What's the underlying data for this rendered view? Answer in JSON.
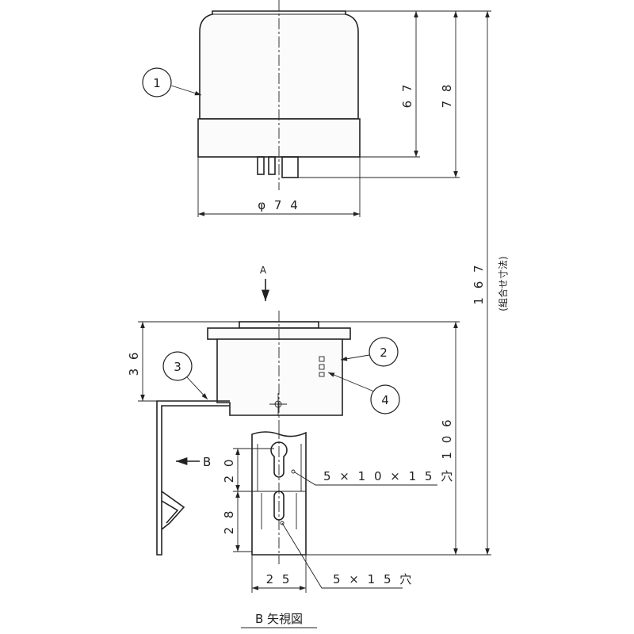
{
  "balloons": [
    "1",
    "2",
    "3",
    "4"
  ],
  "dimensions": {
    "h67": "6 7",
    "h78": "7 8",
    "h167": "1 6 7",
    "h167_note": "(組合せ寸法)",
    "dia74": "φ 7 4",
    "h36": "3 6",
    "h106": "1 0 6",
    "h20": "2 0",
    "h28": "2 8",
    "w25": "2 5"
  },
  "holes": {
    "upper": "5 × 1 0 × 1 5 穴",
    "lower": "5 × 1 5 穴"
  },
  "views": {
    "arrow_a": "A",
    "arrow_b": "B",
    "caption": "B  矢視図"
  }
}
